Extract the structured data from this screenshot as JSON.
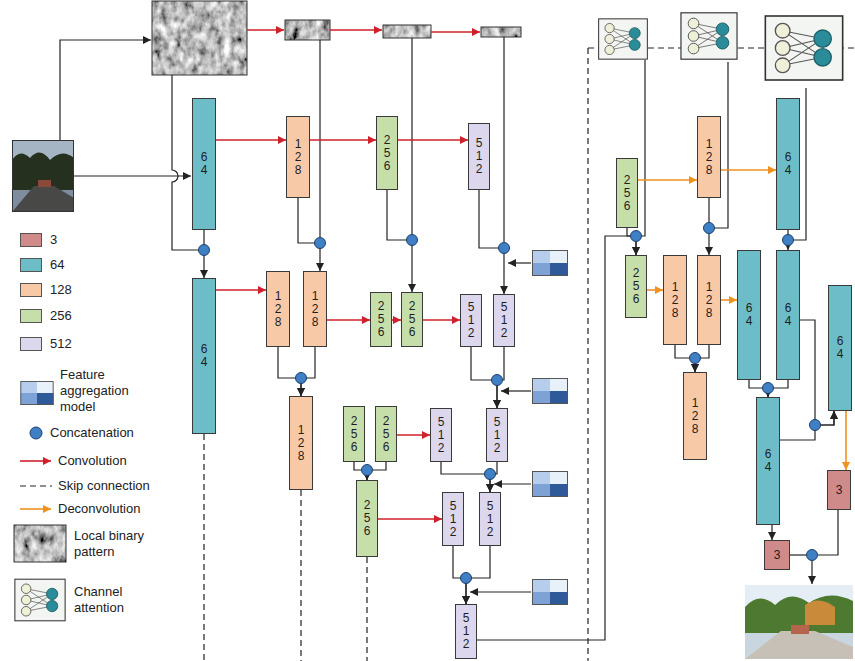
{
  "diagram": {
    "nodes": [
      {
        "text": [
          "64"
        ]
      },
      {
        "text": [
          "128"
        ]
      },
      {
        "text": [
          "256"
        ]
      },
      {
        "text": [
          "512"
        ]
      },
      {
        "text": [
          "64"
        ]
      },
      {
        "text": [
          "128"
        ]
      },
      {
        "text": [
          "128"
        ]
      },
      {
        "text": [
          "256"
        ]
      },
      {
        "text": [
          "256"
        ]
      },
      {
        "text": [
          "512"
        ]
      },
      {
        "text": [
          "512"
        ]
      },
      {
        "text": [
          "128"
        ]
      },
      {
        "text": [
          "256"
        ]
      },
      {
        "text": [
          "256"
        ]
      },
      {
        "text": [
          "512"
        ]
      },
      {
        "text": [
          "512"
        ]
      },
      {
        "text": [
          "256"
        ]
      },
      {
        "text": [
          "512"
        ]
      },
      {
        "text": [
          "512"
        ]
      },
      {
        "text": [
          "512"
        ]
      },
      {
        "text": [
          "256"
        ]
      },
      {
        "text": [
          "128"
        ]
      },
      {
        "text": [
          "64"
        ]
      },
      {
        "text": [
          "256"
        ]
      },
      {
        "text": [
          "128"
        ]
      },
      {
        "text": [
          "128"
        ]
      },
      {
        "text": [
          "64"
        ]
      },
      {
        "text": [
          "64"
        ]
      },
      {
        "text": [
          "128"
        ]
      },
      {
        "text": [
          "64"
        ]
      },
      {
        "text": [
          "64"
        ]
      },
      {
        "text": [
          "3"
        ]
      },
      {
        "text": [
          "3"
        ]
      }
    ],
    "edges": [
      {
        "from": 0,
        "to": 1,
        "arrow": "to"
      },
      {
        "from": 1,
        "to": 2,
        "arrow": "to"
      },
      {
        "from": 2,
        "to": 3,
        "arrow": "to"
      },
      {
        "from": 0,
        "to": 4,
        "arrow": "to"
      },
      {
        "from": 4,
        "to": 5,
        "arrow": "to"
      },
      {
        "from": 1,
        "to": 6,
        "arrow": "to"
      },
      {
        "from": 6,
        "to": 7,
        "arrow": "to"
      },
      {
        "from": 7,
        "to": 8,
        "arrow": "to"
      },
      {
        "from": 2,
        "to": 8,
        "arrow": "to"
      },
      {
        "from": 8,
        "to": 9,
        "arrow": "to"
      },
      {
        "from": 3,
        "to": 10,
        "arrow": "to"
      },
      {
        "from": 5,
        "to": 11,
        "arrow": "to"
      },
      {
        "from": 6,
        "to": 11,
        "arrow": "to"
      },
      {
        "from": 9,
        "to": 15,
        "arrow": "to"
      },
      {
        "from": 10,
        "to": 15,
        "arrow": "to"
      },
      {
        "from": 12,
        "to": 16,
        "arrow": "to"
      },
      {
        "from": 13,
        "to": 16,
        "arrow": "to"
      },
      {
        "from": 13,
        "to": 14,
        "arrow": "to"
      },
      {
        "from": 14,
        "to": 18,
        "arrow": "to"
      },
      {
        "from": 15,
        "to": 18,
        "arrow": "to"
      },
      {
        "from": 16,
        "to": 17,
        "arrow": "to"
      },
      {
        "from": 17,
        "to": 19,
        "arrow": "to"
      },
      {
        "from": 18,
        "to": 19,
        "arrow": "to"
      },
      {
        "from": 19,
        "to": 23,
        "arrow": "to"
      },
      {
        "from": 20,
        "to": 23,
        "arrow": "to"
      },
      {
        "from": 20,
        "to": 21,
        "arrow": "to"
      },
      {
        "from": 21,
        "to": 22,
        "arrow": "to"
      },
      {
        "from": 21,
        "to": 25,
        "arrow": "to"
      },
      {
        "from": 22,
        "to": 27,
        "arrow": "to"
      },
      {
        "from": 23,
        "to": 24,
        "arrow": "to"
      },
      {
        "from": 24,
        "to": 28,
        "arrow": "to"
      },
      {
        "from": 25,
        "to": 28,
        "arrow": "to"
      },
      {
        "from": 25,
        "to": 26,
        "arrow": "to"
      },
      {
        "from": 26,
        "to": 29,
        "arrow": "to"
      },
      {
        "from": 27,
        "to": 29,
        "arrow": "to"
      },
      {
        "from": 29,
        "to": 31,
        "arrow": "to"
      },
      {
        "from": 29,
        "to": 30,
        "arrow": "to"
      },
      {
        "from": 27,
        "to": 30,
        "arrow": "to"
      },
      {
        "from": 30,
        "to": 32,
        "arrow": "to"
      }
    ],
    "legend": [
      {
        "text": "3",
        "color": "#cf8a8a"
      },
      {
        "text": "64",
        "color": "#6dbdc8"
      },
      {
        "text": "128",
        "color": "#f8c9a6"
      },
      {
        "text": "256",
        "color": "#c6dfaa"
      },
      {
        "text": "512",
        "color": "#dcd7ec"
      },
      {
        "text": "Feature aggregation model"
      },
      {
        "text": "Concatenation"
      },
      {
        "text": "Convolution"
      },
      {
        "text": "Skip connection"
      },
      {
        "text": "Deconvolution"
      },
      {
        "text": "Local binary pattern"
      },
      {
        "text": "Channel attention"
      }
    ]
  }
}
